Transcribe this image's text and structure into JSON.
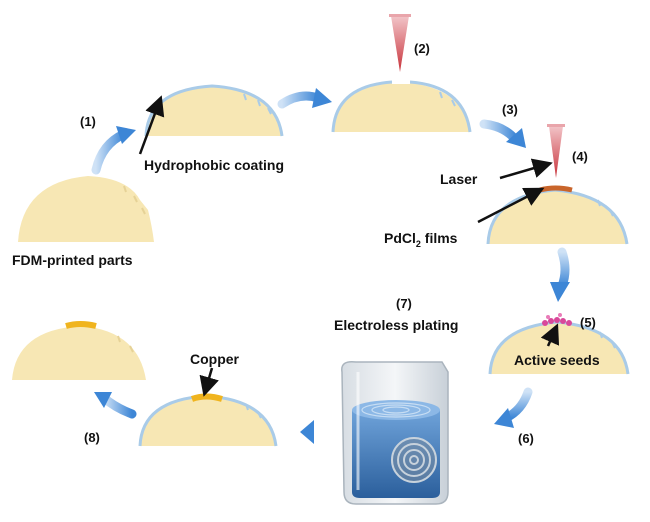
{
  "steps": [
    "(1)",
    "(2)",
    "(3)",
    "(4)",
    "(5)",
    "(6)",
    "(7)",
    "(8)"
  ],
  "labels": {
    "fdm_parts": "FDM-printed parts",
    "hydrophobic_coating": "Hydrophobic coating",
    "laser": "Laser",
    "pdcl2_pre": "PdCl",
    "pdcl2_sub": "2",
    "pdcl2_post": " films",
    "electroless_plating": "Electroless plating",
    "active_seeds": "Active seeds",
    "copper": "Copper"
  },
  "colors": {
    "part_fill": "#f7e7b4",
    "coating": "#a9cbe8",
    "arrow_blue": "#4a90d9",
    "laser_red": "#c8323a",
    "pdcl2_film": "#c9652b",
    "copper": "#f0b41e",
    "seed_pink": "#d9489a",
    "liquid_blue": "#3f78b8"
  }
}
